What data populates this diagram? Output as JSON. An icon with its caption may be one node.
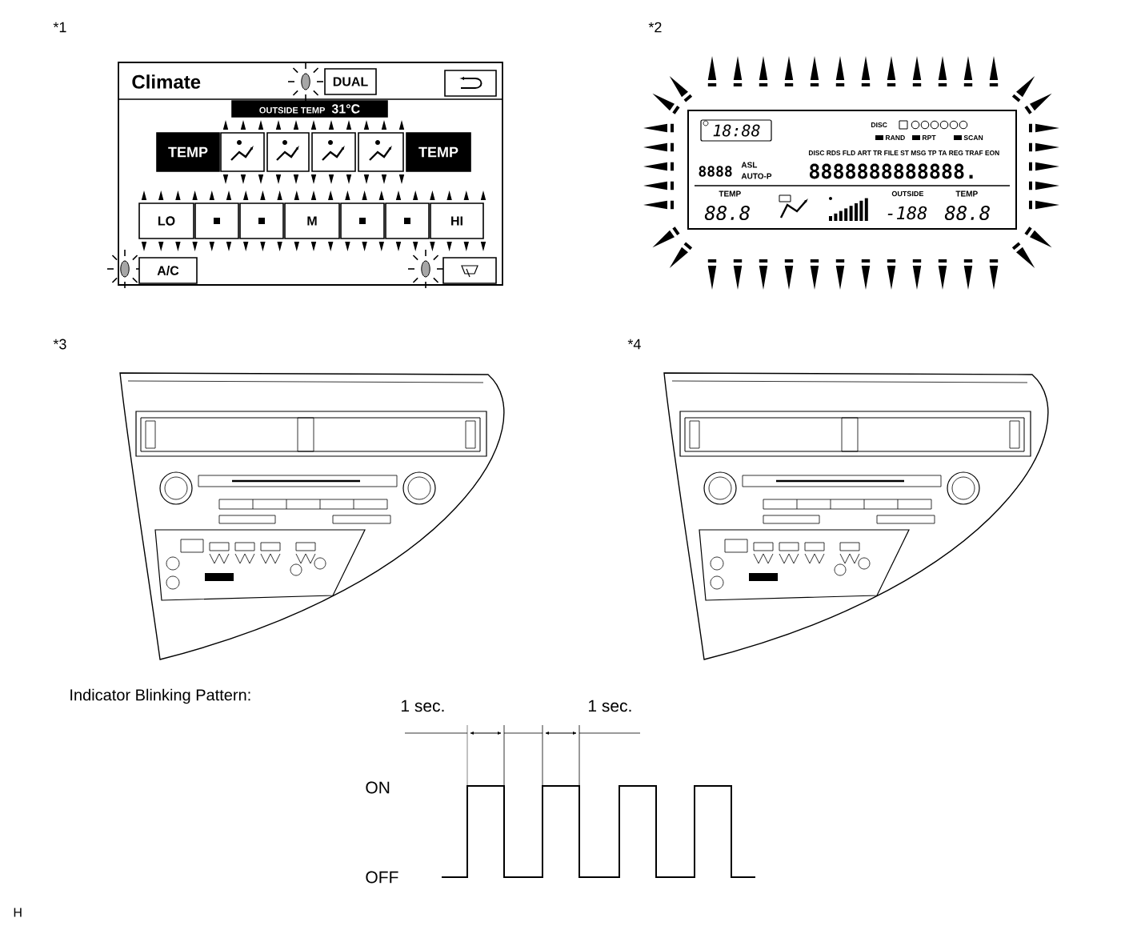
{
  "diagram": {
    "nodes": [
      {
        "text": [
          "DUAL"
        ]
      },
      {
        "text": [],
        "shape": "box"
      },
      {
        "text": [
          "OUTSIDE TEMP",
          "31°C"
        ]
      },
      {
        "text": [
          "TEMP"
        ]
      },
      {
        "text": [],
        "shape": "box"
      },
      {
        "text": [],
        "shape": "box"
      },
      {
        "text": [],
        "shape": "box"
      },
      {
        "text": [],
        "shape": "box"
      },
      {
        "text": [
          "TEMP"
        ]
      },
      {
        "text": [
          "LO"
        ]
      },
      {
        "text": [],
        "shape": "box"
      },
      {
        "text": [],
        "shape": "box"
      },
      {
        "text": [
          "M"
        ]
      },
      {
        "text": [],
        "shape": "box"
      },
      {
        "text": [],
        "shape": "box"
      },
      {
        "text": [
          "HI"
        ]
      },
      {
        "text": [
          "A/C"
        ]
      },
      {
        "text": [],
        "shape": "box"
      }
    ],
    "labels": [
      "*1",
      "Climate",
      "*2",
      "18:88",
      "DISC",
      "RAND",
      "RPT",
      "SCAN",
      "DISC RDS FLD ART TR FILE ST MSG TP TA REG TRAF EON",
      "8888",
      "ASL",
      "AUTO-P",
      "8888888888888.",
      "TEMP",
      "88.8",
      "OUTSIDE",
      "-188",
      "TEMP",
      "88.8",
      "*3",
      "*4",
      "Indicator Blinking Pattern:",
      "1 sec.",
      "1 sec.",
      "ON",
      "OFF",
      "H"
    ]
  }
}
